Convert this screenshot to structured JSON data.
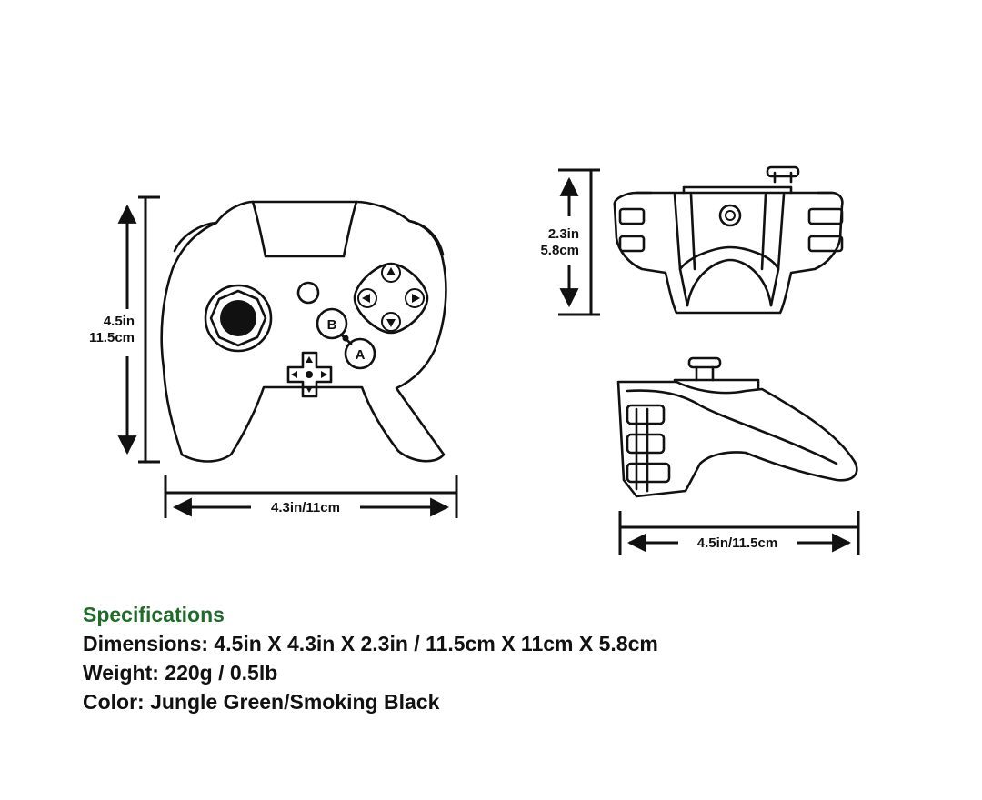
{
  "diagram": {
    "front_view": {
      "height_label_in": "4.5in",
      "height_label_cm": "11.5cm",
      "width_label": "4.3in/11cm",
      "button_b": "B",
      "button_a": "A"
    },
    "top_view": {
      "depth_label_in": "2.3in",
      "depth_label_cm": "5.8cm"
    },
    "side_view": {
      "length_label": "4.5in/11.5cm"
    }
  },
  "specs": {
    "title": "Specifications",
    "dimensions": "Dimensions: 4.5in X 4.3in X 2.3in / 11.5cm X 11cm X 5.8cm",
    "weight": "Weight: 220g / 0.5lb",
    "color": "Color: Jungle Green/Smoking Black"
  },
  "colors": {
    "heading": "#1f6b2a",
    "text": "#111111",
    "background": "#ffffff"
  }
}
